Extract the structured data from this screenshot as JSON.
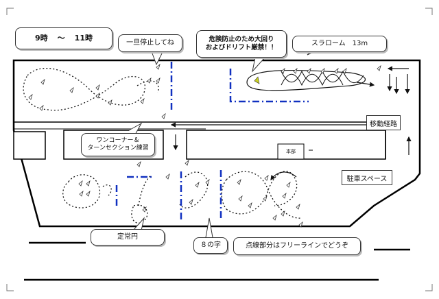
{
  "time_range": {
    "start": "9時",
    "separator": "～",
    "end": "11時"
  },
  "callouts": {
    "stop": "一旦停止してね",
    "danger_line1": "危険防止のため大回り",
    "danger_line2": "およびドリフト厳禁！！",
    "slalom": "スラローム　13m",
    "one_corner": "ワンコーナー＆\nターンセクション練習",
    "fixed_circle": "定常円",
    "figure_eight": "８の字",
    "free_line": "点線部分はフリーラインでどうぞ"
  },
  "labels": {
    "move_route": "移動経路",
    "parking_space": "駐車スペース",
    "office": "本部"
  },
  "icons": [
    "pylon-cone-icon",
    "arrow-icon"
  ]
}
